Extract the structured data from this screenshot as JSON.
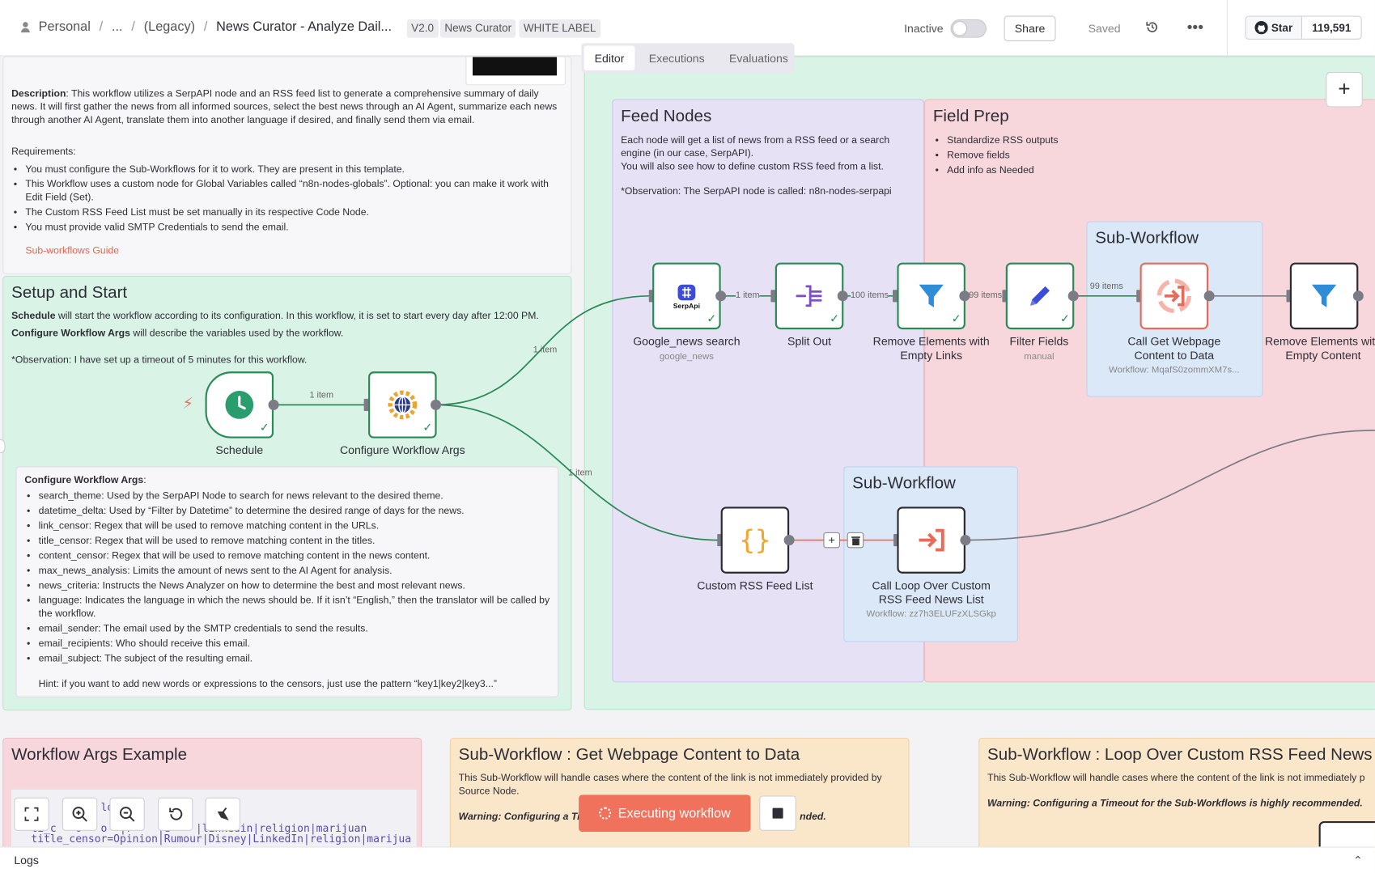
{
  "header": {
    "crumb_personal": "Personal",
    "crumb_ellipsis": "...",
    "crumb_legacy": "(Legacy)",
    "title": "News Curator - Analyze Dail...",
    "tags": [
      "V2.0",
      "News Curator",
      "WHITE LABEL"
    ],
    "inactive_label": "Inactive",
    "share_label": "Share",
    "saved_label": "Saved",
    "star_label": "Star",
    "star_count": "119,591"
  },
  "tabs": [
    "Editor",
    "Executions",
    "Evaluations"
  ],
  "description_note": {
    "desc_label": "Description",
    "desc_text": ": This workflow utilizes a SerpAPI node and an RSS feed list to generate a comprehensive summary of daily news. It will first gather the news from all informed sources, select the best news through an AI Agent, summarize each news through another AI Agent, translate them into another language if desired, and finally send them via email.",
    "req_title": "Requirements:",
    "requirements": [
      "You must configure the Sub-Workflows for it to work. They are present in this template.",
      "This Workflow uses a custom node for Global Variables called “n8n-nodes-globals”. Optional: you can make it work with Edit Field (Set).",
      "The Custom RSS Feed List must be set manually in its respective Code Node.",
      "You must provide valid SMTP Credentials to send the email."
    ],
    "guide_link": "Sub-workflows Guide"
  },
  "setup_note": {
    "title": "Setup and Start",
    "schedule_b": "Schedule",
    "schedule_t": " will start the workflow according to its configuration. In this workflow, it is set to start every day after 12:00 PM.",
    "config_b": "Configure Workflow Args",
    "config_t": " will describe the variables used by the workflow.",
    "observation": "*Observation: I have set up a timeout of 5 minutes for this workflow."
  },
  "args_note": {
    "title": "Configure Workflow Args",
    "items": [
      "search_theme: Used by the SerpAPI Node to search for news relevant to the desired theme.",
      "datetime_delta: Used by “Filter by Datetime” to determine the desired range of days for the news.",
      "link_censor: Regex that will be used to remove matching content in the URLs.",
      "title_censor: Regex that will be used to remove matching content in the titles.",
      "content_censor: Regex that will be used to remove matching content in the news content.",
      "max_news_analysis: Limits the amount of news sent to the AI Agent for analysis.",
      "news_criteria: Instructs the News Analyzer on how to determine the best and most relevant news.",
      "language: Indicates the language in which the news should be. If it isn’t “English,” then the translator will be called by the workflow.",
      "email_sender: The email used by the SMTP credentials to send the results.",
      "email_recipients: Who should receive this email.",
      "email_subject: The subject of the resulting email."
    ],
    "hint": "Hint: if you want to add new words or expressions to the censors, just use the pattern “key1|key2|key3...”"
  },
  "feed_note": {
    "title": "Feed Nodes",
    "text1": "Each node will get a list of news from a RSS feed or a search engine (in our case, SerpAPI).",
    "text2": "You will also see how to define custom RSS feed from a list.",
    "observation": "*Observation: The SerpAPI node is called: n8n-nodes-serpapi"
  },
  "field_note": {
    "title": "Field Prep",
    "items": [
      "Standardize RSS outputs",
      "Remove fields",
      "Add info as Needed"
    ]
  },
  "subwf1": {
    "title": "Sub-Workflow"
  },
  "subwf2": {
    "title": "Sub-Workflow"
  },
  "nodes": {
    "schedule": {
      "label": "Schedule"
    },
    "config": {
      "label": "Configure Workflow Args"
    },
    "google": {
      "label": "Google_news search",
      "sub": "google_news",
      "logo_text": "SerpApi"
    },
    "split": {
      "label": "Split Out"
    },
    "remove_links": {
      "label": "Remove Elements with Empty Links"
    },
    "filter_fields": {
      "label": "Filter Fields",
      "sub": "manual"
    },
    "call_webpage": {
      "label": "Call Get Webpage Content to Data",
      "sub": "Workflow: MqafS0zommXM7s..."
    },
    "remove_content": {
      "label": "Remove Elements with Empty Content"
    },
    "custom_rss": {
      "label": "Custom RSS Feed List"
    },
    "call_loop": {
      "label": "Call Loop Over Custom RSS Feed News List",
      "sub": "Workflow: zz7h3ELUFzXLSGkp"
    }
  },
  "connections": {
    "sched_config": "1 item",
    "config_google": "1 item",
    "config_rss": "1 item",
    "google_split": "1 item",
    "split_remove": "100 items",
    "remove_filter": "99 items",
    "filter_call": "99 items"
  },
  "bottom_notes": {
    "args_example_title": "Workflow Args Example",
    "args_example_code": [
      "  ch    =    lo",
      "  ti   t a",
      "  ti_c   o   o  |r    |d    |linkedin|religion|marijuan",
      "  title_censor=Opinion|Rumour|Disney|LinkedIn|religion|marijua"
    ],
    "get_webpage_title": "Sub-Workflow : Get Webpage Content to Data",
    "get_webpage_text": "This Sub-Workflow will handle cases where the content of the link is not immediately provided by Source Node.",
    "get_webpage_warn_a": "Warning: Configuring a Ti",
    "get_webpage_warn_b": "nded.",
    "loop_title": "Sub-Workflow : Loop Over Custom RSS Feed News",
    "loop_text": "This Sub-Workflow will handle cases where the content of the link is not immediately p",
    "loop_warn": "Warning: Configuring a Timeout for the Sub-Workflows is highly recommended."
  },
  "executing_label": "Executing workflow",
  "logs_label": "Logs",
  "colors": {
    "accent": "#f0715c",
    "success": "#2a8a56",
    "trigger": "#e56c5a"
  }
}
